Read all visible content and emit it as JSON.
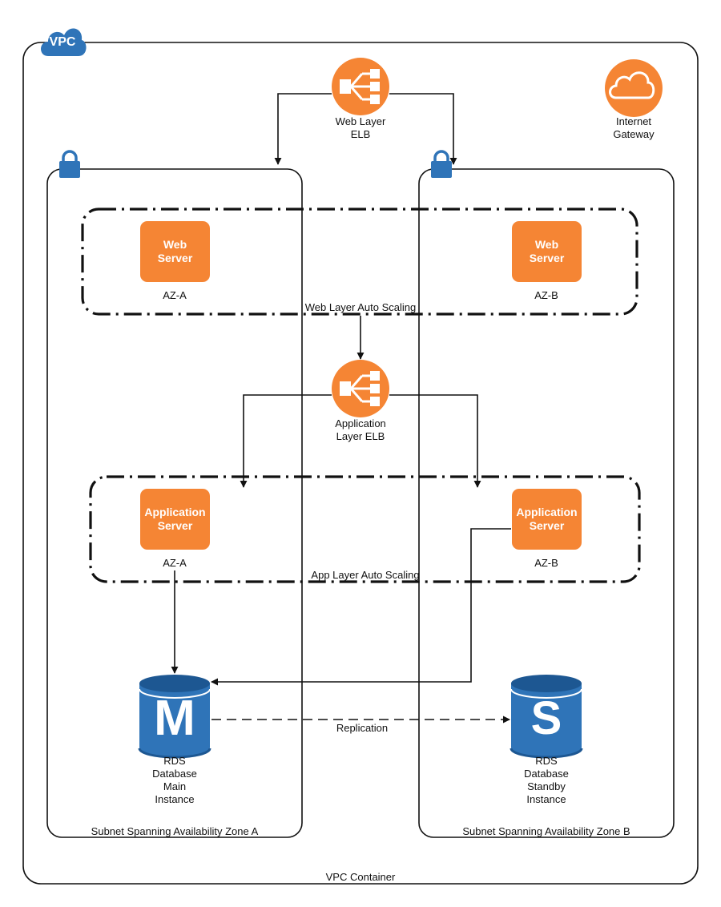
{
  "vpc": {
    "badge_label": "VPC",
    "container_label": "VPC Container"
  },
  "internet_gateway": {
    "label": "Internet\nGateway",
    "icon": "cloud-icon"
  },
  "subnets": {
    "a": {
      "label": "Subnet Spanning Availability Zone A",
      "icon": "lock-icon"
    },
    "b": {
      "label": "Subnet Spanning Availability Zone B",
      "icon": "lock-icon"
    }
  },
  "web_layer": {
    "elb_label": "Web Layer\nELB",
    "auto_scaling_label": "Web Layer Auto Scaling",
    "server_a": {
      "title": "Web\nServer",
      "zone": "AZ-A"
    },
    "server_b": {
      "title": "Web\nServer",
      "zone": "AZ-B"
    }
  },
  "app_layer": {
    "elb_label": "Application\nLayer ELB",
    "auto_scaling_label": "App Layer Auto Scaling",
    "server_a": {
      "title": "Application\nServer",
      "zone": "AZ-A"
    },
    "server_b": {
      "title": "Application\nServer",
      "zone": "AZ-B"
    }
  },
  "database": {
    "main": {
      "letter": "M",
      "label": "RDS\nDatabase\nMain\nInstance"
    },
    "standby": {
      "letter": "S",
      "label": "RDS\nDatabase\nStandby\nInstance"
    },
    "replication_label": "Replication"
  },
  "colors": {
    "aws_orange": "#f58534",
    "aws_orange_dark": "#a9581c",
    "aws_blue": "#2f74b8",
    "aws_blue_dark": "#1d5792",
    "line": "#111111"
  }
}
